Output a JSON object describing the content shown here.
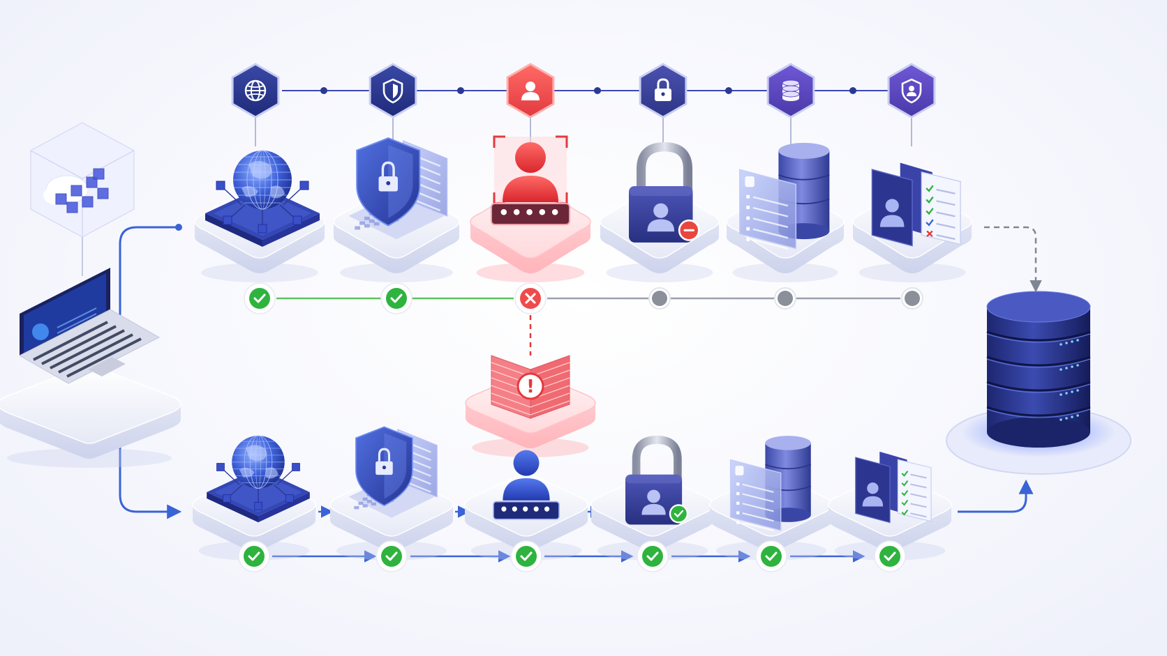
{
  "diagram": {
    "colors": {
      "navy": "#2a3a93",
      "indigo": "#3b48b3",
      "violet": "#5a48c4",
      "alert_red": "#ef4b4b",
      "success_green": "#2fb33f",
      "pending_gray": "#8b8f99",
      "flow_blue": "#3a63d6"
    },
    "hex_icons": [
      {
        "name": "globe-icon",
        "tone": "navy"
      },
      {
        "name": "shield-icon",
        "tone": "navy"
      },
      {
        "name": "user-icon",
        "tone": "alert"
      },
      {
        "name": "lock-icon",
        "tone": "indigo"
      },
      {
        "name": "database-icon",
        "tone": "violet"
      },
      {
        "name": "user-shield-icon",
        "tone": "violet"
      }
    ],
    "top_row": [
      {
        "stage": "network",
        "status": "success"
      },
      {
        "stage": "firewall",
        "status": "success"
      },
      {
        "stage": "identity",
        "status": "failed"
      },
      {
        "stage": "authorization",
        "status": "pending"
      },
      {
        "stage": "data",
        "status": "pending"
      },
      {
        "stage": "access-review",
        "status": "pending"
      }
    ],
    "bottom_row": [
      {
        "stage": "network",
        "status": "success"
      },
      {
        "stage": "firewall",
        "status": "success"
      },
      {
        "stage": "identity",
        "status": "success"
      },
      {
        "stage": "authorization",
        "status": "success"
      },
      {
        "stage": "data",
        "status": "success"
      },
      {
        "stage": "access-review",
        "status": "success"
      }
    ],
    "alert_node": {
      "name": "firewall-alert",
      "symbol": "!"
    },
    "password_mask": "•••••"
  }
}
